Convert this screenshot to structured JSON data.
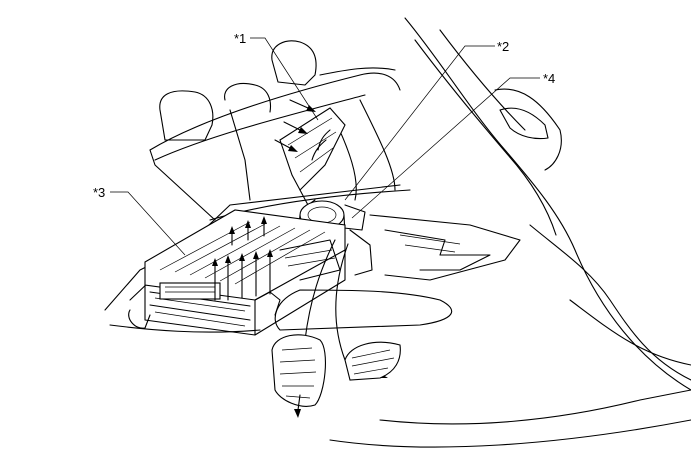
{
  "callouts": [
    {
      "id": "1",
      "label": "*1"
    },
    {
      "id": "2",
      "label": "*2"
    },
    {
      "id": "3",
      "label": "*3"
    },
    {
      "id": "4",
      "label": "*4"
    }
  ]
}
